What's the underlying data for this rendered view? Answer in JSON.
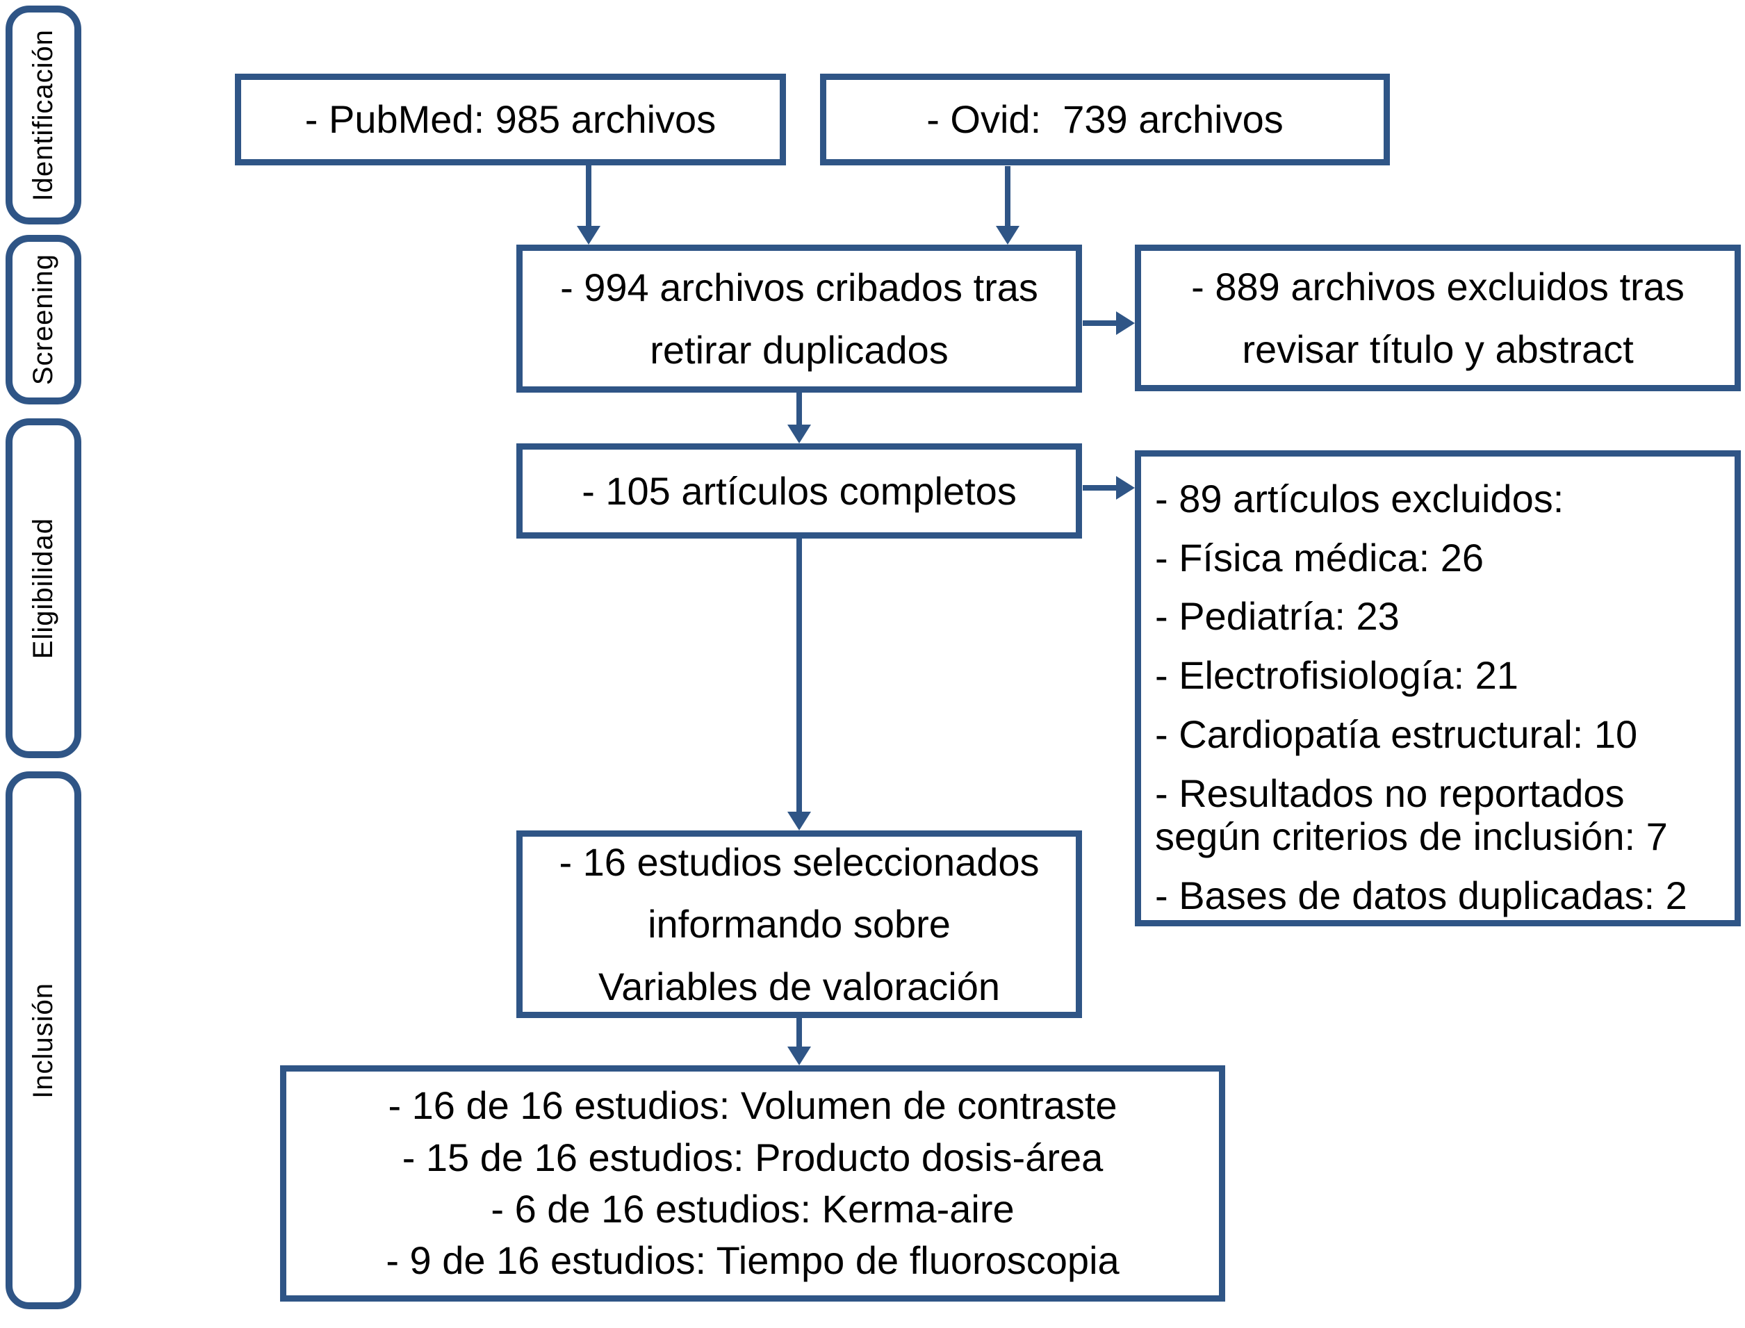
{
  "palette": {
    "accent_blue": "#2f5586",
    "text": "#000000",
    "background": "#ffffff"
  },
  "sidebar": {
    "stages": [
      {
        "label": "Identificación"
      },
      {
        "label": "Screening"
      },
      {
        "label": "Eligibilidad"
      },
      {
        "label": "Inclusión"
      }
    ]
  },
  "nodes": {
    "pubmed": {
      "label": "- PubMed: 985 archivos"
    },
    "ovid": {
      "label": "- Ovid:  739 archivos"
    },
    "screened": {
      "lines": [
        "- 994 archivos cribados tras",
        "retirar duplicados"
      ]
    },
    "excluded_title_abstract": {
      "lines": [
        "- 889 archivos excluidos tras",
        "revisar título y abstract"
      ]
    },
    "fulltext": {
      "label": "- 105 artículos completos"
    },
    "excluded_fulltext": {
      "items": [
        "- 89 artículos excluidos:",
        "- Física médica: 26",
        "- Pediatría: 23",
        "- Electrofisiología: 21",
        "- Cardiopatía estructural: 10",
        "- Resultados no reportados según criterios de inclusión: 7",
        "- Bases de datos duplicadas: 2"
      ]
    },
    "selected": {
      "lines": [
        "- 16 estudios seleccionados",
        "informando sobre",
        "Variables de valoración"
      ]
    },
    "outcomes": {
      "lines": [
        "- 16 de 16 estudios: Volumen de contraste",
        "- 15 de 16 estudios: Producto dosis-área",
        "- 6 de 16 estudios: Kerma-aire",
        "- 9 de 16 estudios: Tiempo de fluoroscopia"
      ]
    }
  }
}
